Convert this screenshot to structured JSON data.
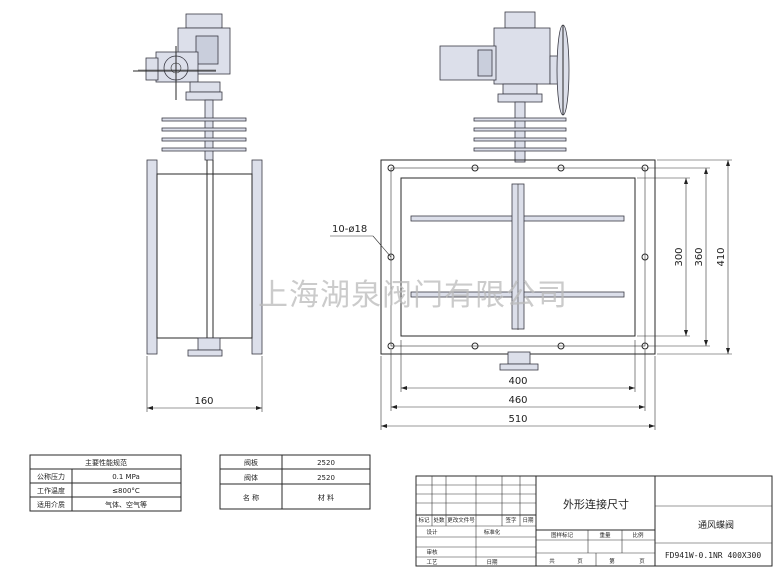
{
  "watermark": "上海湖泉阀门有限公司",
  "dimensions": {
    "side_width": "160",
    "hole_spec": "10-ø18",
    "inner_width": "400",
    "bolt_width": "460",
    "outer_width": "510",
    "inner_height": "300",
    "bolt_height": "360",
    "outer_height": "410"
  },
  "spec_table": {
    "title": "主要性能规范",
    "rows": [
      {
        "label": "公称压力",
        "value": "0.1 MPa"
      },
      {
        "label": "工作温度",
        "value": "≤800°C"
      },
      {
        "label": "适用介质",
        "value": "气体、空气等"
      }
    ]
  },
  "material_table": {
    "rows": [
      {
        "part": "阀板",
        "material": "2520"
      },
      {
        "part": "阀体",
        "material": "2520"
      }
    ],
    "header": {
      "part": "名 称",
      "material": "材 料"
    }
  },
  "title_block": {
    "drawing_title": "外形连接尺寸",
    "product_name": "通风蝶阀",
    "model": "FD941W-0.1NR 400X300",
    "rev_headers": [
      "标记",
      "处数",
      "更改文件号",
      "签字",
      "日期"
    ],
    "labels": {
      "design": "设计",
      "standardize": "标准化",
      "review": "审核",
      "process": "工艺",
      "date": "日期",
      "stage_mark": "图样标记",
      "weight": "重量",
      "scale": "比例",
      "sheet_total": "共",
      "sheet": "页",
      "sheet_no": "第",
      "sheet_page": "页"
    }
  }
}
